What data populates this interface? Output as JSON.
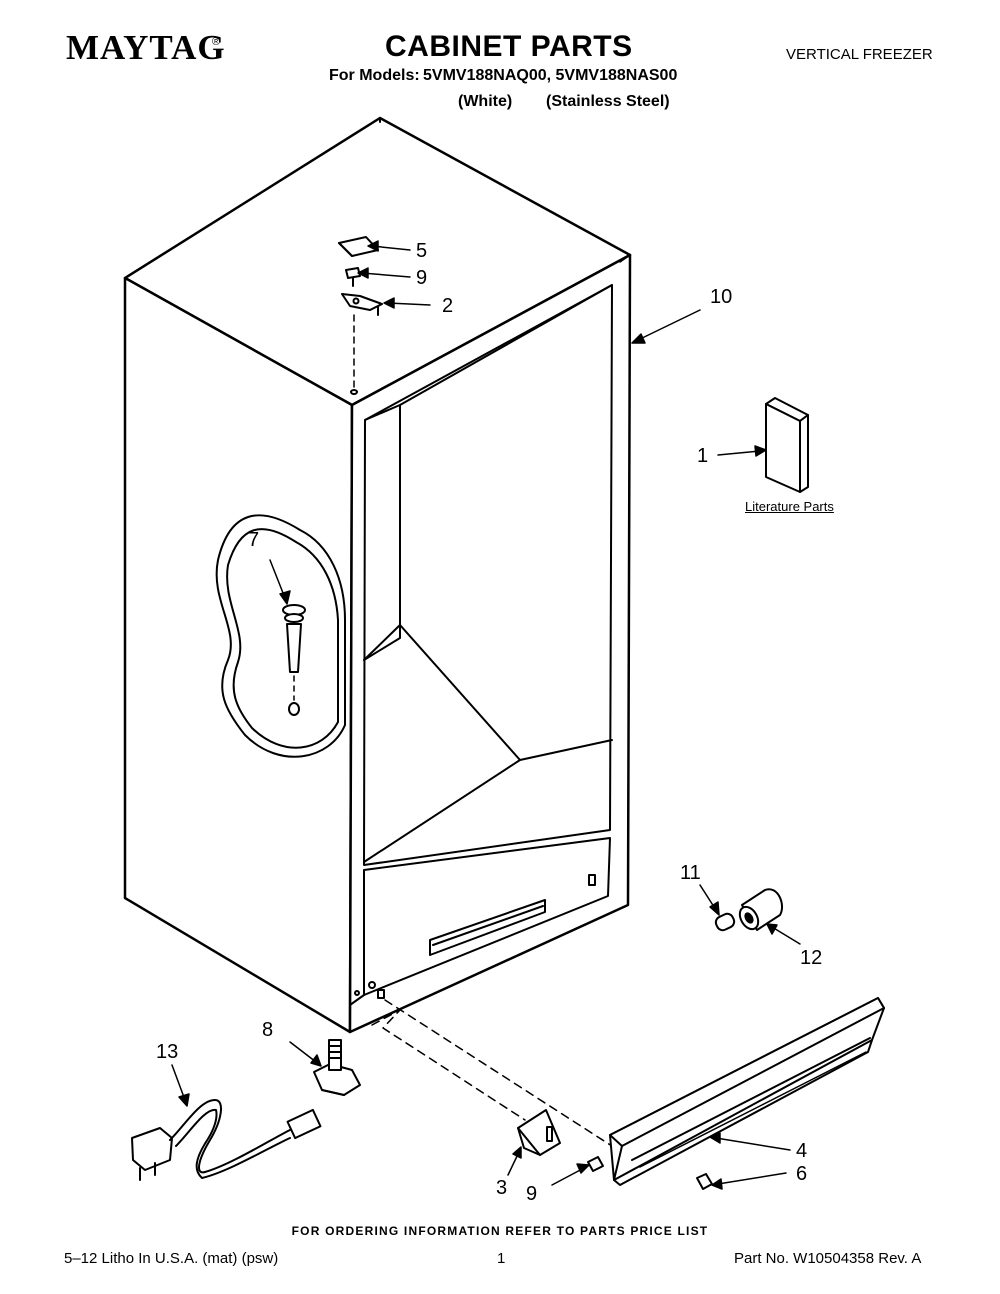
{
  "header": {
    "brand": "MAYTAG",
    "brand_mark": "®",
    "title": "CABINET PARTS",
    "category": "VERTICAL FREEZER",
    "models_label": "For Models:",
    "models": "5VMV188NAQ00, 5VMV188NAS00",
    "variants": [
      "(White)",
      "(Stainless Steel)"
    ]
  },
  "callouts": {
    "c1": "1",
    "c2": "2",
    "c3": "3",
    "c4": "4",
    "c5": "5",
    "c6": "6",
    "c7": "7",
    "c8": "8",
    "c9a": "9",
    "c9b": "9",
    "c10": "10",
    "c11": "11",
    "c12": "12",
    "c13": "13"
  },
  "literature_label": "Literature Parts",
  "order_note": "FOR ORDERING INFORMATION REFER TO PARTS PRICE LIST",
  "footer": {
    "left": "5–12 Litho In U.S.A. (mat) (psw)",
    "page": "1",
    "part_no": "Part No. W10504358 Rev. A"
  }
}
